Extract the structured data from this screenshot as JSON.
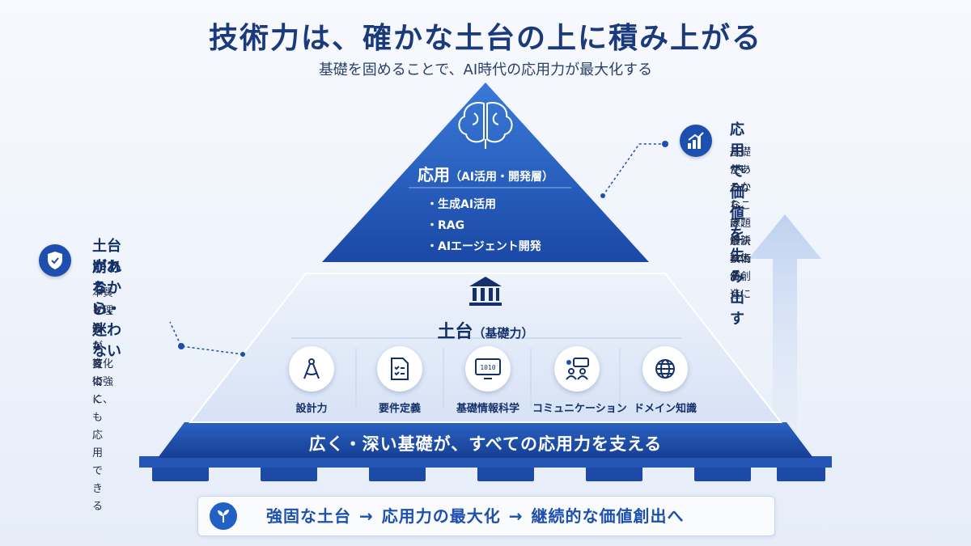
{
  "title": "技術力は、確かな土台の上に積み上がる",
  "subtitle": "基礎を固めることで、AI時代の応用力が最大化する",
  "apex": {
    "title": "応用",
    "title_sub": "（AI活用・開発層）",
    "items": [
      "生成AI活用",
      "RAG",
      "AIエージェント開発"
    ],
    "icon": "brain-icon"
  },
  "foundation": {
    "title": "土台",
    "title_sub": "（基礎力）",
    "icon": "bank-icon",
    "skills": [
      {
        "label": "設計力",
        "icon": "compass-icon"
      },
      {
        "label": "要件定義",
        "icon": "checklist-icon"
      },
      {
        "label": "基礎情報科学",
        "icon": "monitor-binary-icon",
        "icon_text": "1010"
      },
      {
        "label": "コミュニケーション",
        "icon": "people-chat-icon"
      },
      {
        "label": "ドメイン知識",
        "icon": "globe-icon"
      }
    ]
  },
  "base_banner": "広く・深い基礎が、すべての応用力を支える",
  "callout_left": {
    "icon": "shield-icon",
    "heading_line1": "土台があるから、",
    "heading_line2": "崩れない・迷わない",
    "body_line1": "本質を理解し、変化に強く、",
    "body_line2": "どんな技術にも応用できる",
    "body_line3": "力が育つ"
  },
  "callout_right": {
    "icon": "growth-chart-icon",
    "heading": "応用で価値を生み出す",
    "body_line1": "基礎があるからこそ、最新技術を",
    "body_line2": "使いこなし、課題解決や価値創造に",
    "body_line3": "つなげられる"
  },
  "bottom_bar": {
    "icon": "sprout-icon",
    "step1": "強固な土台",
    "step2": "応用力の最大化",
    "step3": "継続的な価値創出へ",
    "arrow": "→"
  },
  "colors": {
    "primary": "#1d4fae",
    "dark_navy": "#14306a",
    "foundation_fill": "#dfe8f7",
    "apex_top": "#2a66c8",
    "apex_bottom": "#1a48a6"
  }
}
